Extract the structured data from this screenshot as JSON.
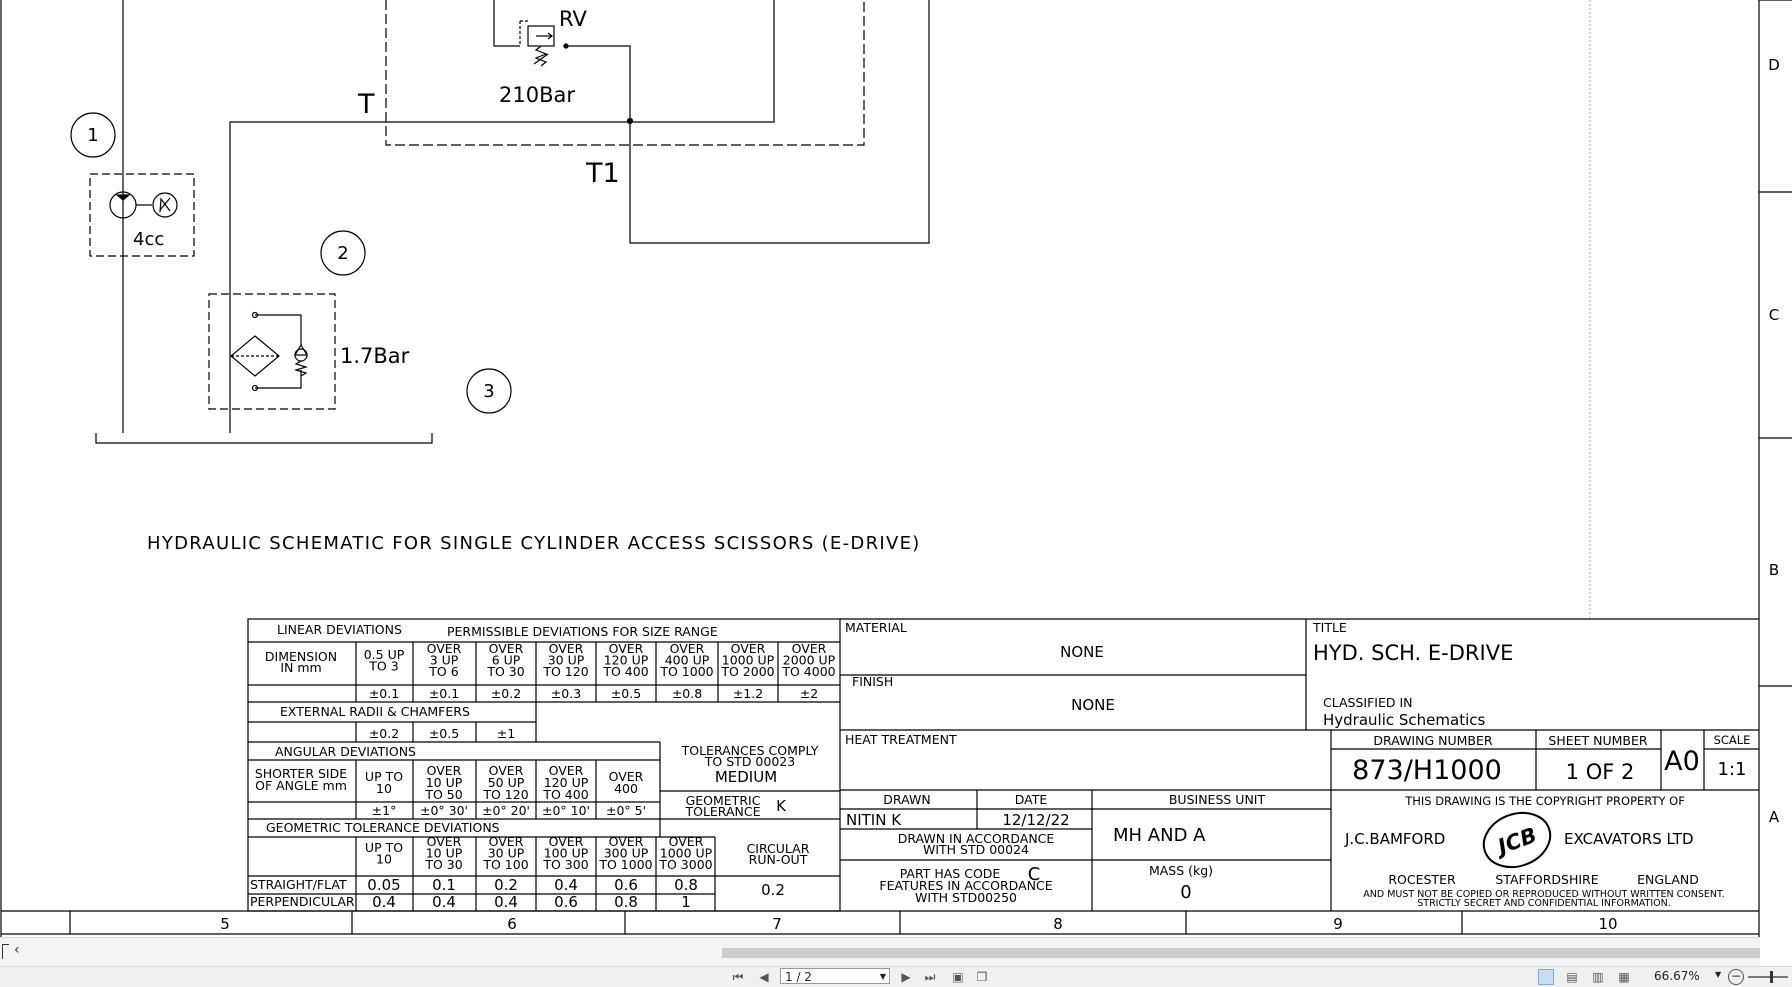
{
  "schematic": {
    "labels": {
      "rv": "RV",
      "rv_pressure": "210Bar",
      "t": "T",
      "t1": "T1",
      "pump": "4cc",
      "filter_pressure": "1.7Bar"
    },
    "balloons": [
      "1",
      "2",
      "3"
    ],
    "caption": "HYDRAULIC SCHEMATIC FOR SINGLE CYLINDER ACCESS  SCISSORS (E-DRIVE)"
  },
  "border": {
    "row_letters": [
      "D",
      "C",
      "B",
      "A"
    ],
    "column_numbers": [
      "5",
      "6",
      "7",
      "8",
      "9",
      "10"
    ]
  },
  "tolerance_block": {
    "linear_title": "LINEAR DEVIATIONS",
    "permissible": "PERMISSIBLE DEVIATIONS FOR SIZE RANGE",
    "dimension": [
      "DIMENSION",
      "IN mm"
    ],
    "linear_ranges": [
      [
        "0.5 UP",
        "TO 3"
      ],
      [
        "OVER",
        "3 UP",
        "TO 6"
      ],
      [
        "OVER",
        "6 UP",
        "TO 30"
      ],
      [
        "OVER",
        "30 UP",
        "TO 120"
      ],
      [
        "OVER",
        "120 UP",
        "TO 400"
      ],
      [
        "OVER",
        "400 UP",
        "TO 1000"
      ],
      [
        "OVER",
        "1000 UP",
        "TO 2000"
      ],
      [
        "OVER",
        "2000 UP",
        "TO 4000"
      ]
    ],
    "linear_values": [
      "±0.1",
      "±0.1",
      "±0.2",
      "±0.3",
      "±0.5",
      "±0.8",
      "±1.2",
      "±2"
    ],
    "radii_title": "EXTERNAL RADII & CHAMFERS",
    "radii_values": [
      "±0.2",
      "±0.5",
      "±1"
    ],
    "angular_title": "ANGULAR DEVIATIONS",
    "angular_header": [
      "SHORTER SIDE",
      "OF ANGLE mm"
    ],
    "angular_ranges": [
      [
        "UP TO",
        "10"
      ],
      [
        "OVER",
        "10 UP",
        "TO 50"
      ],
      [
        "OVER",
        "50 UP",
        "TO 120"
      ],
      [
        "OVER",
        "120 UP",
        "TO 400"
      ],
      [
        "OVER",
        "400"
      ]
    ],
    "angular_values": [
      "±1°",
      "±0° 30'",
      "±0° 20'",
      "±0° 10'",
      "±0° 5'"
    ],
    "comply": [
      "TOLERANCES COMPLY",
      "TO STD 00023",
      "MEDIUM"
    ],
    "geometric_tolerance": [
      "GEOMETRIC",
      "TOLERANCE"
    ],
    "geometric_class": "K",
    "geo_title": "GEOMETRIC TOLERANCE DEVIATIONS",
    "geo_ranges": [
      [
        "UP TO",
        "10"
      ],
      [
        "OVER",
        "10 UP",
        "TO 30"
      ],
      [
        "OVER",
        "30 UP",
        "TO 100"
      ],
      [
        "OVER",
        "100 UP",
        "TO 300"
      ],
      [
        "OVER",
        "300 UP",
        "TO 1000"
      ],
      [
        "OVER",
        "1000 UP",
        "TO 3000"
      ]
    ],
    "circular_runout": [
      "CIRCULAR",
      "RUN-OUT"
    ],
    "straight_label": "STRAIGHT/FLAT",
    "straight_values": [
      "0.05",
      "0.1",
      "0.2",
      "0.4",
      "0.6",
      "0.8"
    ],
    "perp_label": "PERPENDICULAR",
    "perp_values": [
      "0.4",
      "0.4",
      "0.4",
      "0.6",
      "0.8",
      "1"
    ],
    "runout_value": "0.2"
  },
  "title_block": {
    "material_label": "MATERIAL",
    "material_value": "NONE",
    "finish_label": "FINISH",
    "finish_value": "NONE",
    "heat_label": "HEAT TREATMENT",
    "title_label": "TITLE",
    "title_value": "HYD. SCH. E-DRIVE",
    "classified_label": "CLASSIFIED IN",
    "classified_value": "Hydraulic Schematics",
    "drawing_number_label": "DRAWING NUMBER",
    "drawing_number": "873/H1000",
    "sheet_number_label": "SHEET NUMBER",
    "sheet_number": "1 OF 2",
    "size": "A0",
    "scale_label": "SCALE",
    "scale_value": "1:1",
    "drawn_label": "DRAWN",
    "date_label": "DATE",
    "business_unit_label": "BUSINESS UNIT",
    "drawn_by": "NITIN K",
    "date": "12/12/22",
    "business_unit": "MH AND A",
    "drawn_accordance": [
      "DRAWN IN ACCORDANCE",
      "WITH STD 00024"
    ],
    "part_code": [
      "PART HAS CODE",
      "FEATURES IN ACCORDANCE",
      "WITH STD00250"
    ],
    "part_code_letter": "C",
    "mass_label": "MASS (kg)",
    "mass_value": "0",
    "copyright": "THIS DRAWING IS THE COPYRIGHT PROPERTY OF",
    "company_left": "J.C.BAMFORD",
    "company_right": "EXCAVATORS LTD",
    "logo_text": "JCB",
    "address": [
      "ROCESTER",
      "STAFFORDSHIRE",
      "ENGLAND"
    ],
    "notice": [
      "AND MUST NOT BE COPIED OR REPRODUCED WITHOUT WRITTEN CONSENT.",
      "STRICTLY SECRET AND CONFIDENTIAL INFORMATION."
    ]
  },
  "viewer": {
    "page_indicator": "1 / 2",
    "zoom": "66.67%",
    "hscroll_arrow": "‹"
  }
}
